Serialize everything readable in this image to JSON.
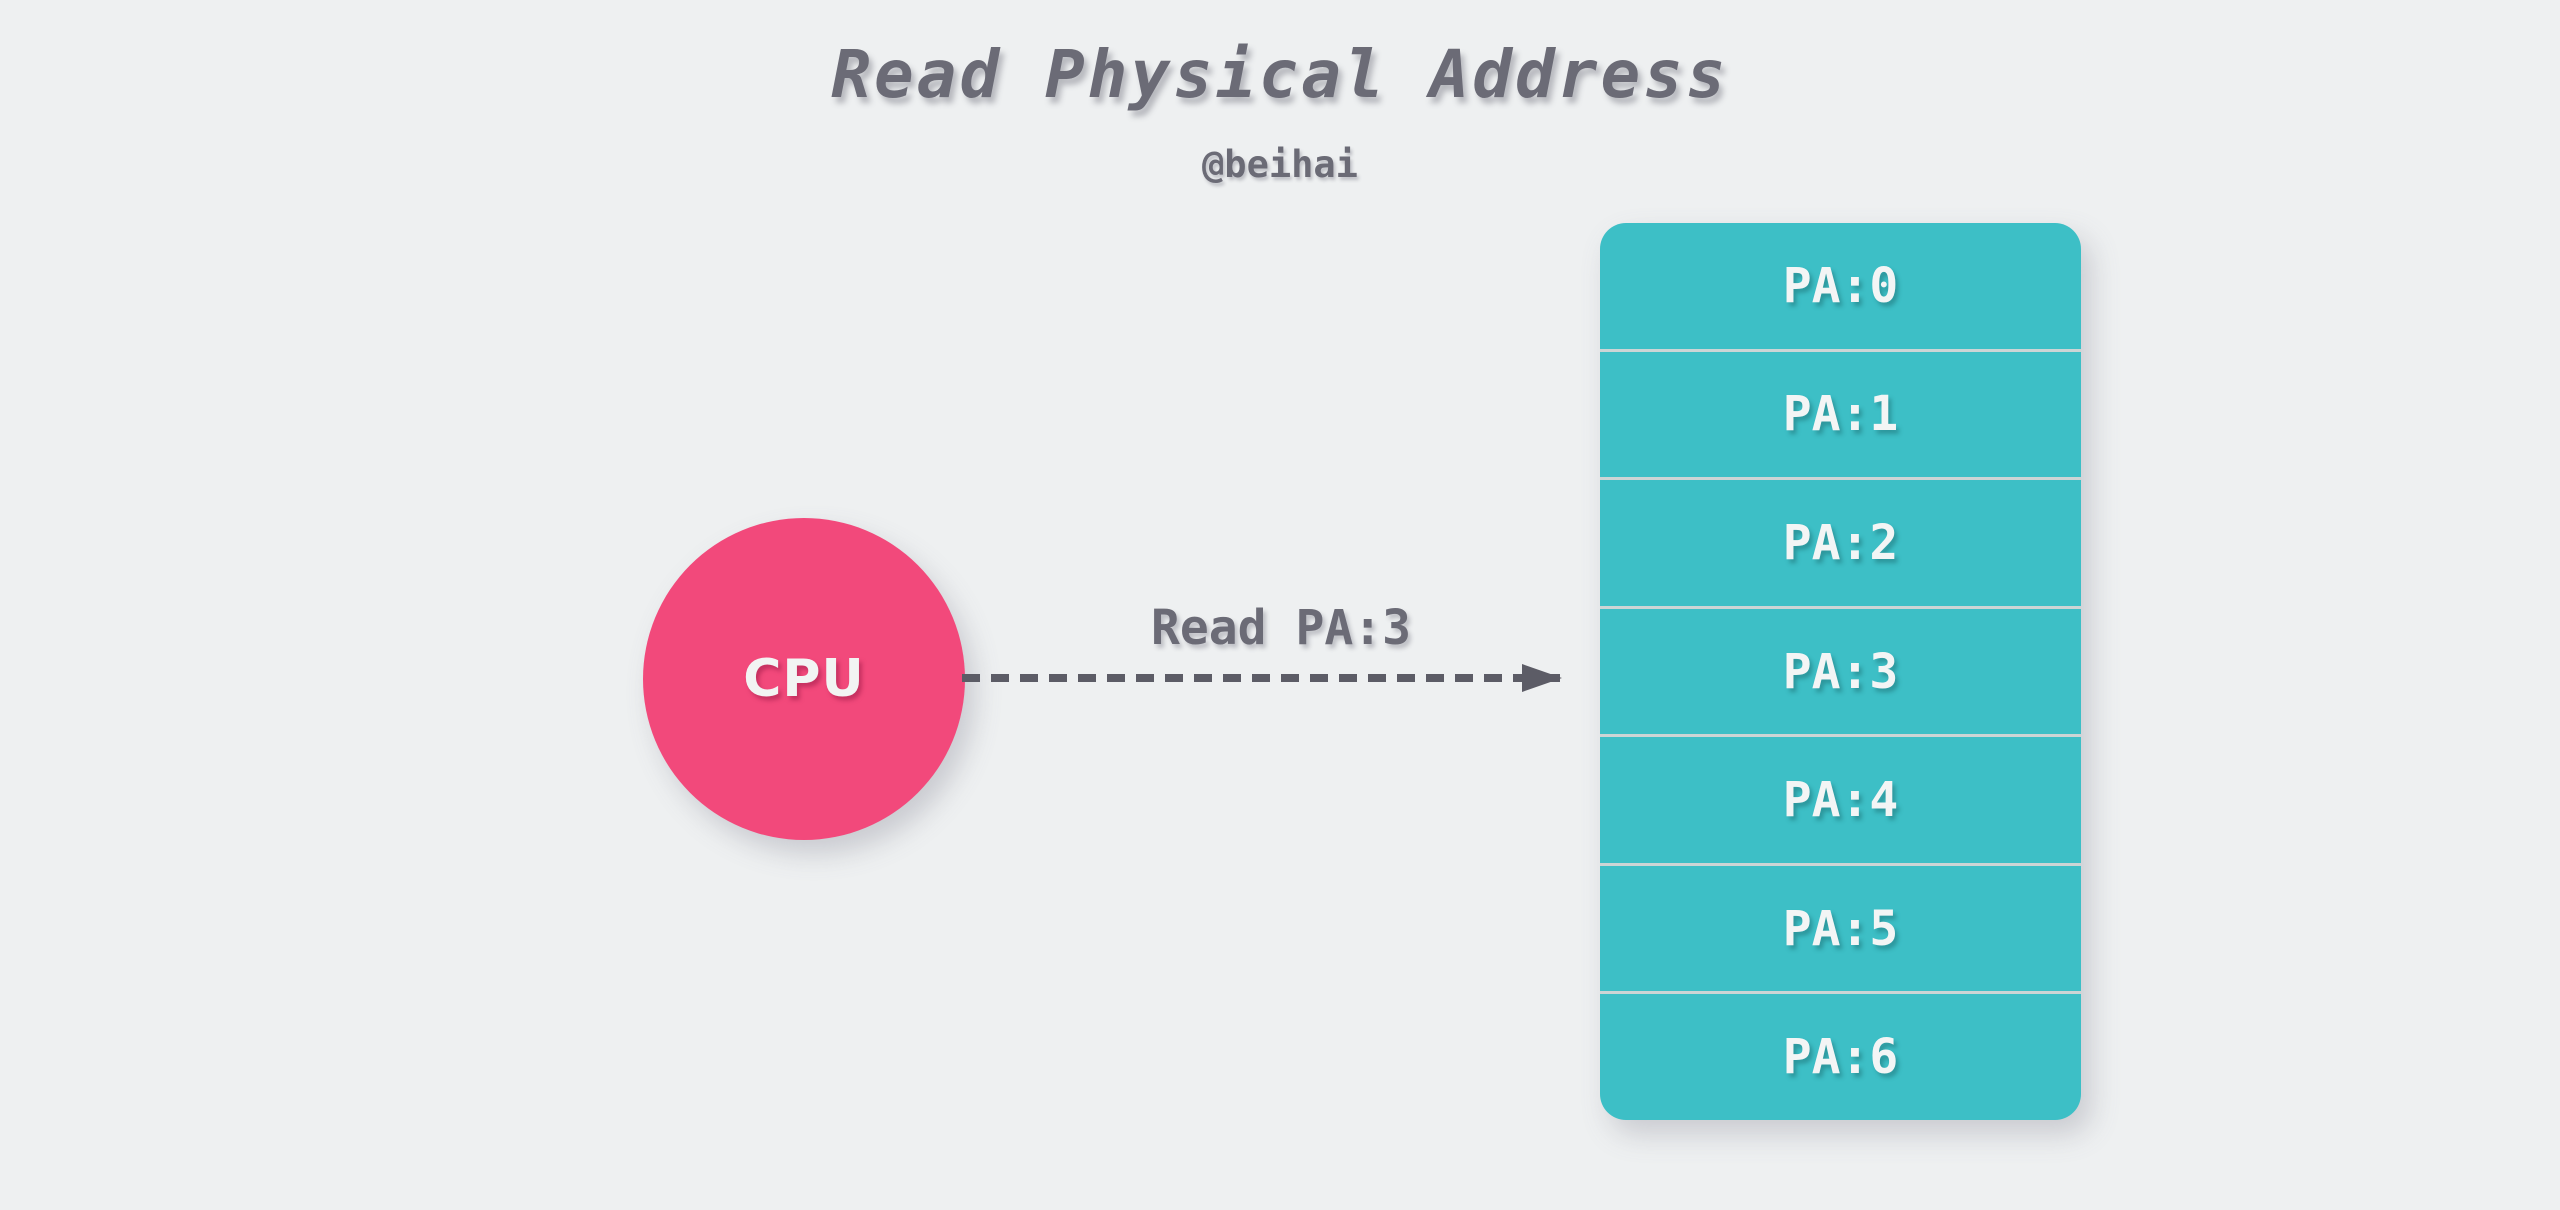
{
  "header": {
    "title": "Read Physical Address",
    "author": "@beihai"
  },
  "cpu": {
    "label": "CPU"
  },
  "arrow": {
    "label": "Read PA:3",
    "direction": "right",
    "style": "dashed"
  },
  "memory": {
    "cells": [
      "PA:0",
      "PA:1",
      "PA:2",
      "PA:3",
      "PA:4",
      "PA:5",
      "PA:6"
    ]
  },
  "colors": {
    "background": "#eef0f1",
    "cpu_fill": "#f2497b",
    "memory_fill": "#3dbfc6",
    "cell_divider": "#ccd5d5",
    "cell_text": "#f3f5f5",
    "arrow": "#5c5c66",
    "text_gray": "#6b6b76"
  }
}
